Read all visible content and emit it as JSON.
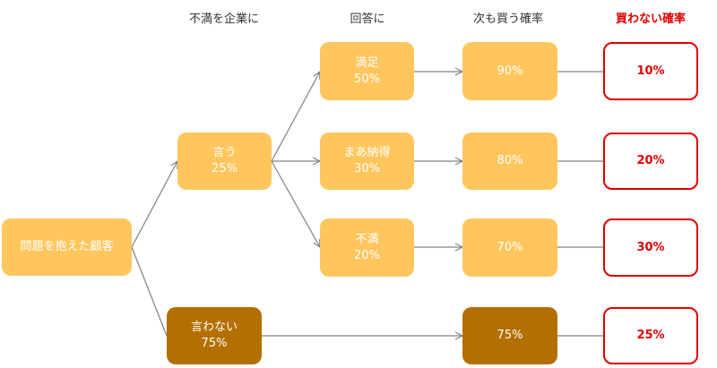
{
  "headers": {
    "tell_company": "不満を企業に",
    "response": "回答に",
    "buy_again": "次も買う確率",
    "not_buy": "買わない確率"
  },
  "nodes": {
    "root": {
      "label": "問題を抱えた顧客"
    },
    "tell": {
      "label": "言う",
      "value": "25%"
    },
    "not_tell": {
      "label": "言わない",
      "value": "75%"
    },
    "satisfied": {
      "label": "満足",
      "value": "50%"
    },
    "accept": {
      "label": "まあ納得",
      "value": "30%"
    },
    "dissatisfied": {
      "label": "不満",
      "value": "20%"
    },
    "buy_satisfied": {
      "value": "90%"
    },
    "buy_accept": {
      "value": "80%"
    },
    "buy_dissatisfied": {
      "value": "70%"
    },
    "buy_not_tell": {
      "value": "75%"
    },
    "no_buy_satisfied": {
      "value": "10%"
    },
    "no_buy_accept": {
      "value": "20%"
    },
    "no_buy_dissatisfied": {
      "value": "30%"
    },
    "no_buy_not_tell": {
      "value": "25%"
    }
  },
  "colors": {
    "node_light": "#ffc65e",
    "node_dark": "#b36f00",
    "result_border": "#e00000",
    "connector": "#808080"
  }
}
